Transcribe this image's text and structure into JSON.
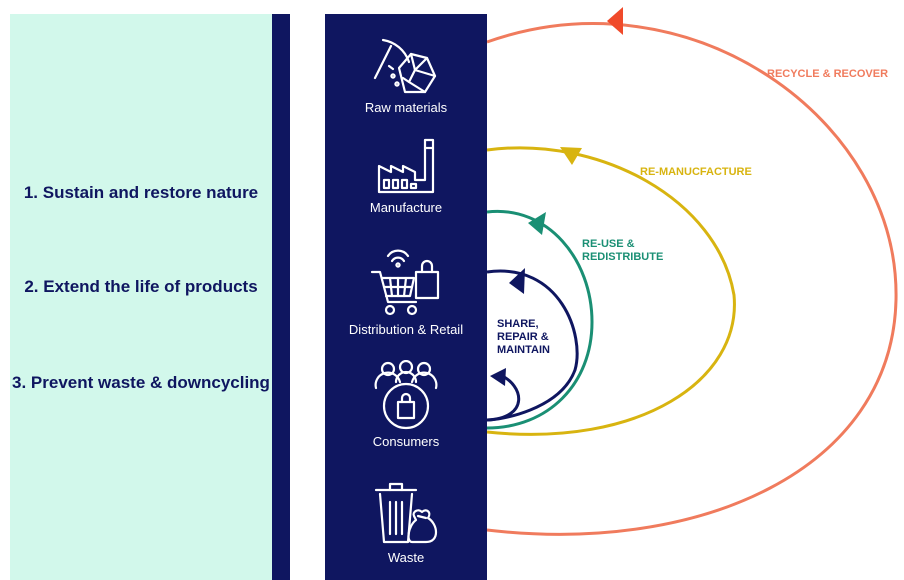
{
  "principles": [
    "1. Sustain and restore nature",
    "2. Extend the life of products",
    "3. Prevent waste & downcycling"
  ],
  "stages": [
    {
      "label": "Raw materials",
      "icon": "pickaxe-ore-icon"
    },
    {
      "label": "Manufacture",
      "icon": "factory-icon"
    },
    {
      "label": "Distribution & Retail",
      "icon": "shopping-cart-icon"
    },
    {
      "label": "Consumers",
      "icon": "consumers-icon"
    },
    {
      "label": "Waste",
      "icon": "trash-bin-icon"
    }
  ],
  "loops": [
    {
      "label": "RECYCLE & RECOVER",
      "color": "#f07b5d",
      "arrow_color": "#f04a2a"
    },
    {
      "label": "RE-MANUCFACTURE",
      "color": "#d8b410",
      "arrow_color": "#d8b410"
    },
    {
      "label": "RE-USE & REDISTRIBUTE",
      "color": "#1a8f74",
      "arrow_color": "#1a8f74"
    },
    {
      "label": "SHARE, REPAIR & MAINTAIN",
      "color": "#0f1660",
      "arrow_color": "#0f1660"
    }
  ],
  "colors": {
    "navy": "#0f1660",
    "mint": "#d2f8eb"
  }
}
